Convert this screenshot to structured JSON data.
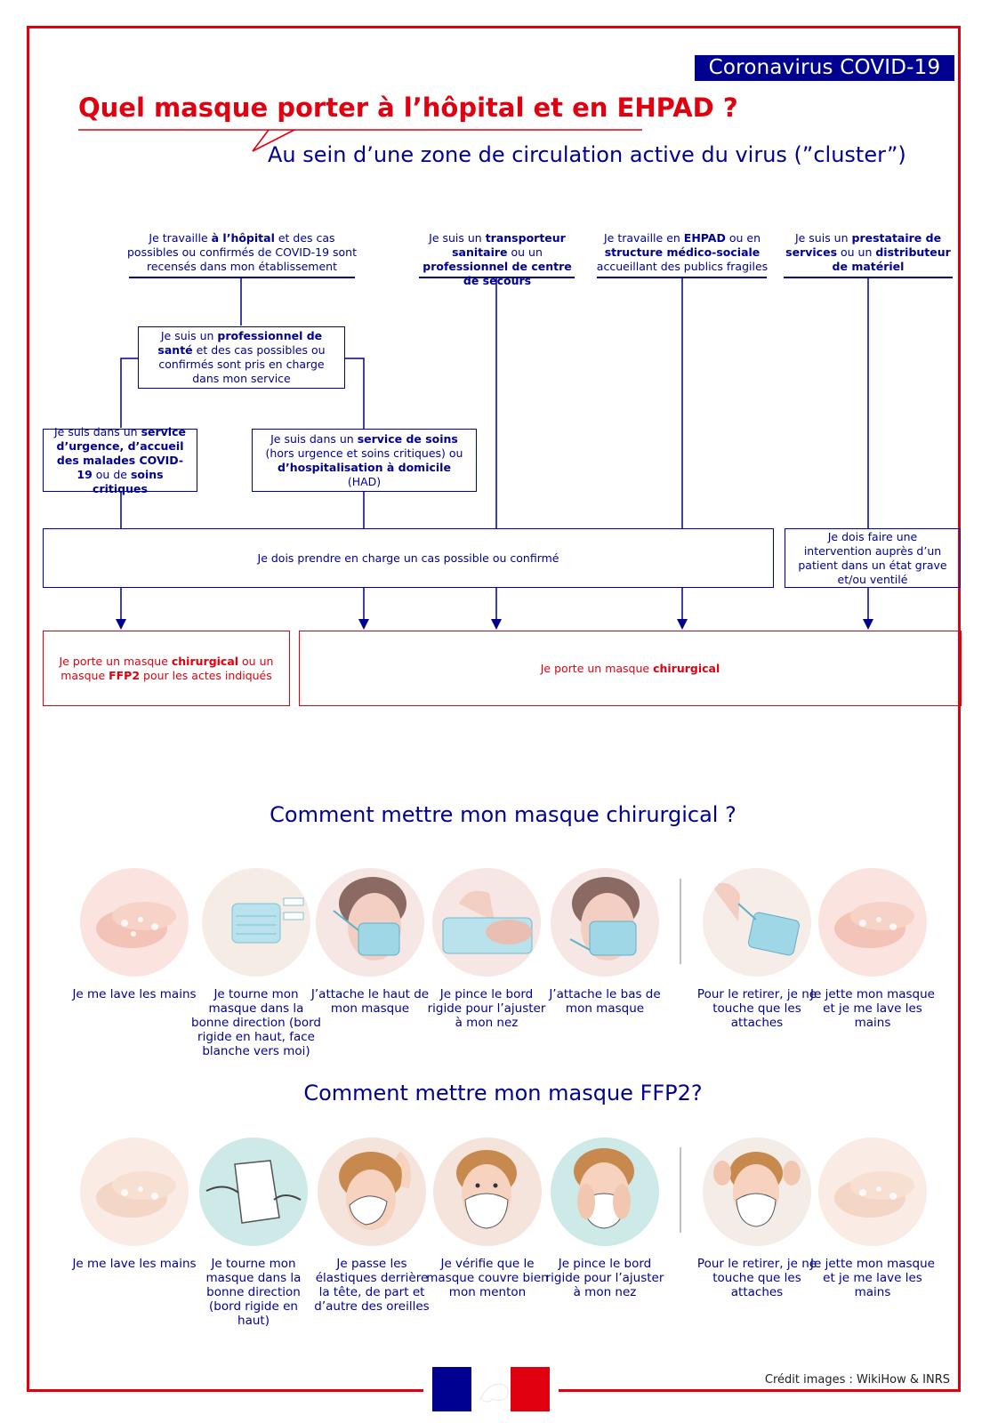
{
  "badge": "Coronavirus COVID-19",
  "title": "Quel masque porter à l’hôpital et en EHPAD ?",
  "subtitle": "Au sein d’une zone de circulation active du virus (”cluster”)",
  "flow": {
    "hospital": [
      "Je travaille ",
      "à l’hôpital",
      " et des cas possibles ou confirmés  de COVID-19 sont recensés dans mon établissement"
    ],
    "transport": [
      "Je suis un ",
      "transporteur sanitaire",
      " ou un ",
      "professionnel de centre de secours"
    ],
    "ehpad": [
      "Je travaille en ",
      "EHPAD",
      " ou en ",
      "structure médico-sociale",
      " accueillant des publics fragiles"
    ],
    "provider": [
      "Je suis un ",
      "prestataire de services",
      " ou un ",
      "distributeur de matériel"
    ],
    "health_pro": [
      "Je suis un ",
      "professionnel de santé",
      " et des cas possibles ou confirmés sont pris en charge dans mon service"
    ],
    "emergency": [
      "Je suis dans un ",
      "service d’urgence, d’accueil des malades COVID-19",
      " ou de ",
      "soins critiques"
    ],
    "care": [
      "Je suis dans un ",
      "service de soins",
      " (hors urgence et soins critiques) ou ",
      "d’hospitalisation à domicile",
      " (HAD)"
    ],
    "take_charge": "Je dois prendre en charge un cas possible ou confirmé",
    "intervention": "Je dois faire une intervention auprès d’un patient dans un état grave et/ou ventilé",
    "result_ffp2": [
      "Je porte un masque ",
      "chirurgical",
      " ou un masque ",
      "FFP2",
      " pour les actes indiqués"
    ],
    "result_surgical": [
      "Je porte un masque ",
      "chirurgical"
    ]
  },
  "surgical": {
    "title": "Comment mettre mon masque chirurgical ?",
    "steps": [
      {
        "caption": "Je me lave les mains",
        "icon": "hands-washing-icon"
      },
      {
        "caption": "Je tourne mon masque dans la bonne direction (bord rigide en haut, face blanche vers moi)",
        "icon": "mask-orientation-icon"
      },
      {
        "caption": "J’attache le haut de mon masque",
        "icon": "attach-top-icon"
      },
      {
        "caption": "Je pince le bord rigide pour l’ajuster à mon nez",
        "icon": "pinch-nose-icon"
      },
      {
        "caption": "J’attache le bas de mon masque",
        "icon": "attach-bottom-icon"
      },
      {
        "caption": "Pour le retirer, je ne touche que les attaches",
        "icon": "remove-mask-icon"
      },
      {
        "caption": "Je jette mon masque et je me lave les mains",
        "icon": "hands-washing-icon"
      }
    ]
  },
  "ffp2": {
    "title": "Comment mettre mon masque FFP2?",
    "steps": [
      {
        "caption": "Je me lave les mains",
        "icon": "hands-washing-icon"
      },
      {
        "caption": "Je tourne mon masque dans la bonne direction (bord rigide en haut)",
        "icon": "ffp2-unpack-icon"
      },
      {
        "caption": "Je passe les élastiques derrière la tête, de part et d’autre des oreilles",
        "icon": "elastic-behind-head-icon"
      },
      {
        "caption": "Je vérifie que le masque couvre bien mon menton",
        "icon": "check-chin-icon"
      },
      {
        "caption": "Je pince le bord rigide pour l’ajuster à mon nez",
        "icon": "pinch-nose-ffp2-icon"
      },
      {
        "caption": "Pour le retirer, je ne touche que les attaches",
        "icon": "remove-ffp2-icon"
      },
      {
        "caption": "Je jette mon masque et je me lave les mains",
        "icon": "hands-washing-icon"
      }
    ]
  },
  "credit": "Crédit images : WikiHow & INRS",
  "colors": {
    "blue": "#000091",
    "red": "#e1000f"
  }
}
